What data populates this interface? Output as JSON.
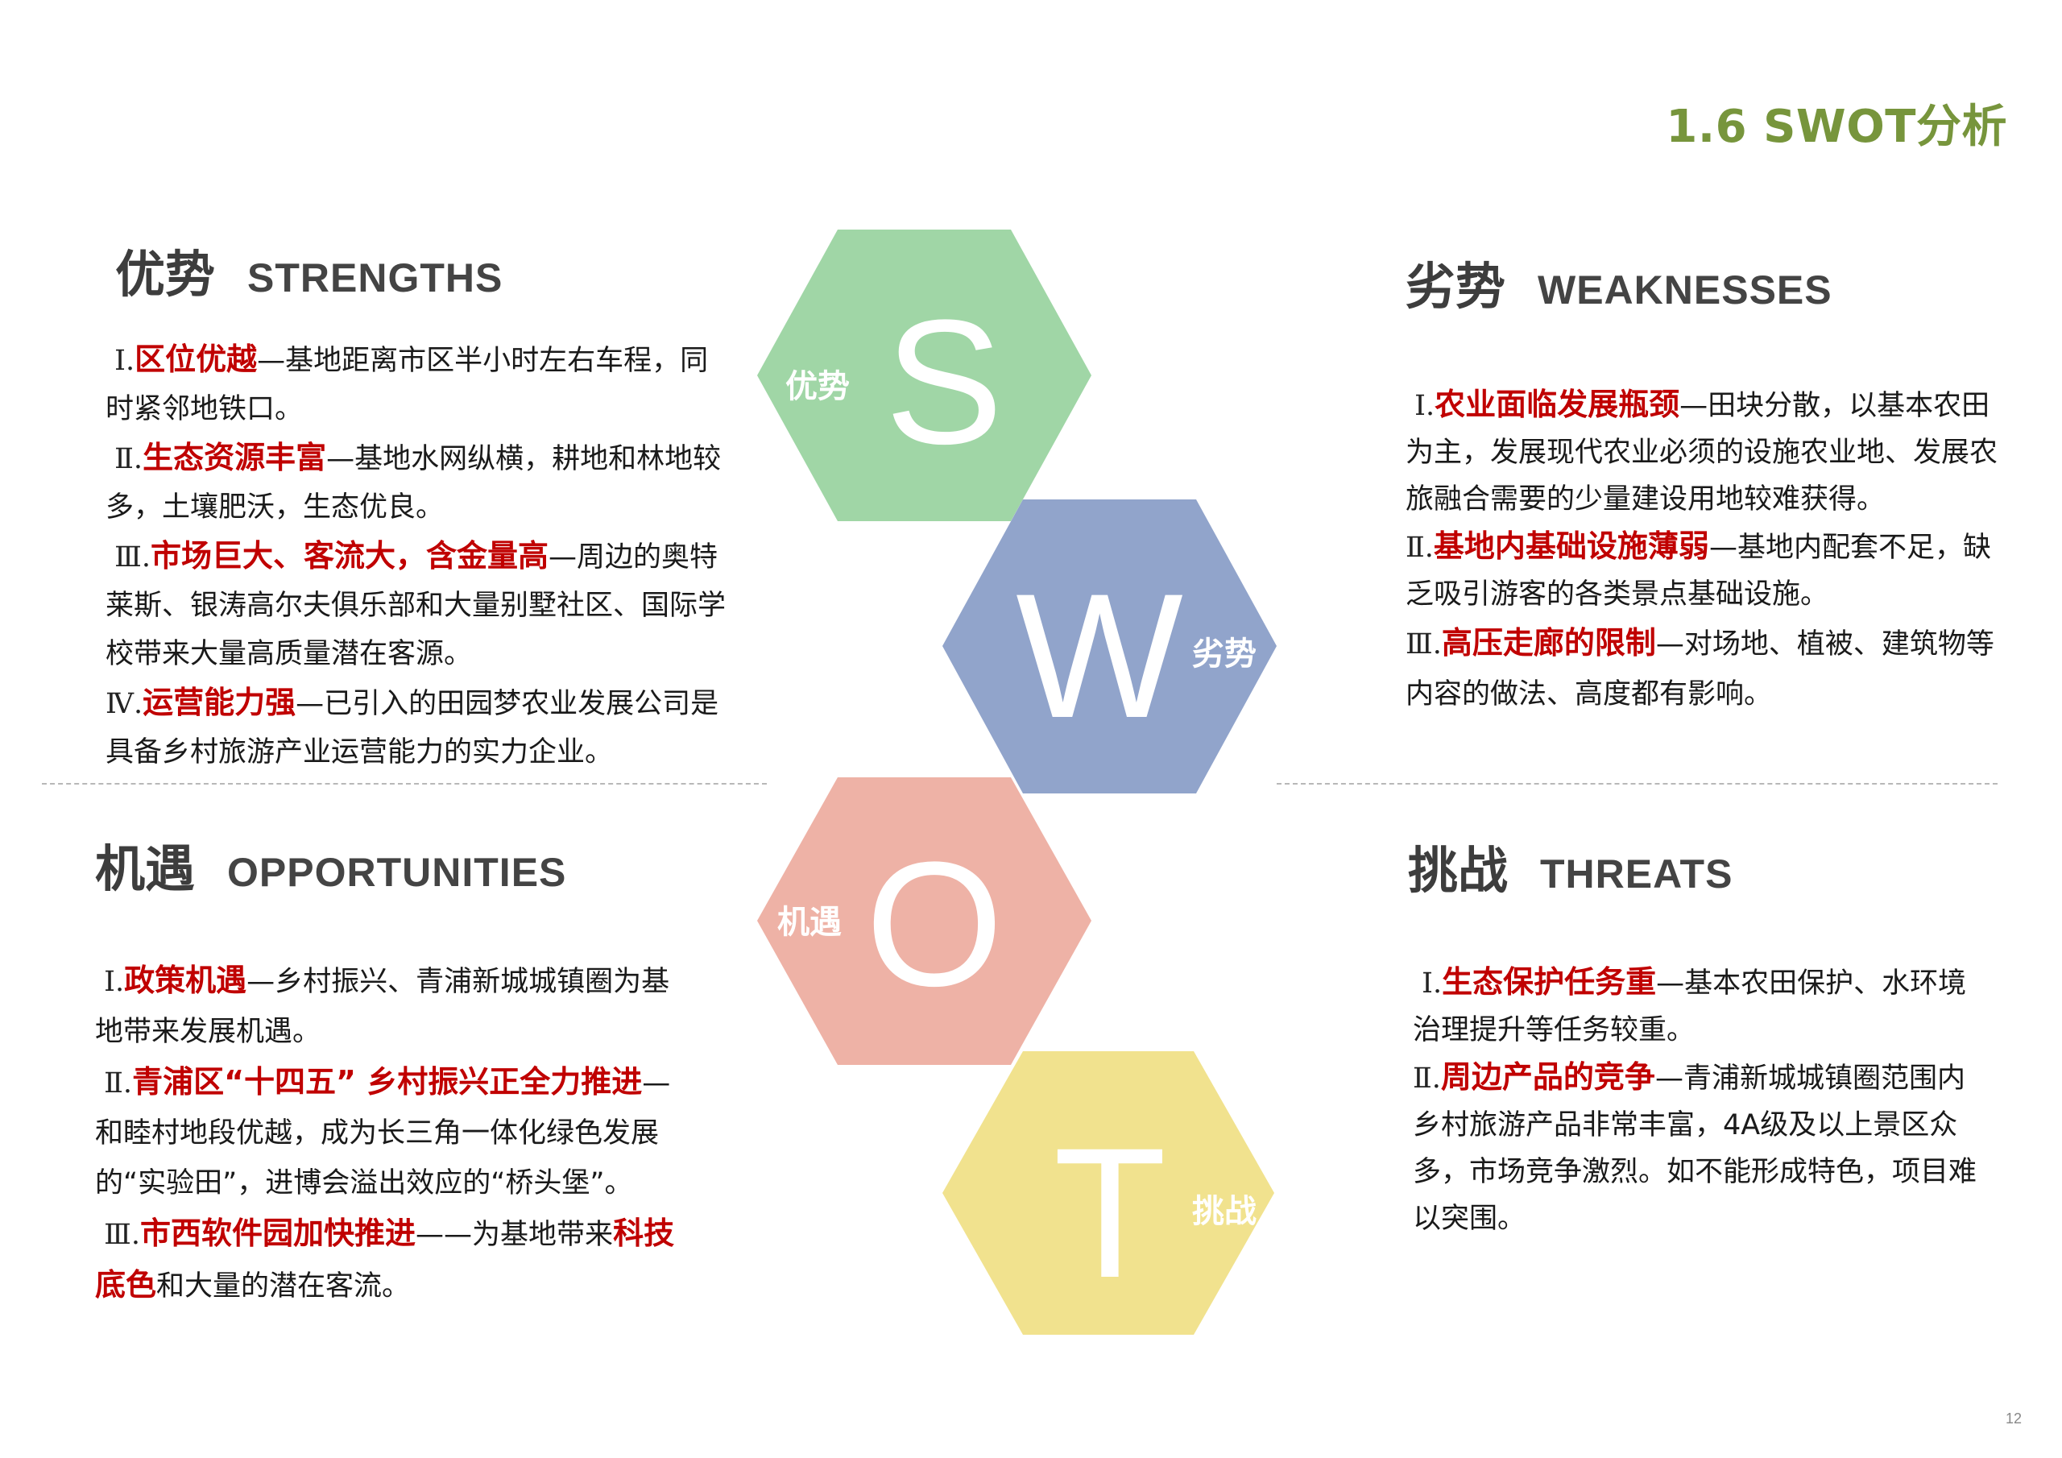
{
  "header": {
    "title": "1.6 SWOT分析"
  },
  "page_number": "12",
  "colors": {
    "title": "#77953c",
    "highlight": "#c00000",
    "hex_s": "#a0d6a6",
    "hex_w": "#91a4cb",
    "hex_o": "#eeb2a6",
    "hex_t": "#f1e28e"
  },
  "hexagons": [
    {
      "letter": "S",
      "label": "优势",
      "color": "#a0d6a6"
    },
    {
      "letter": "W",
      "label": "劣势",
      "color": "#91a4cb"
    },
    {
      "letter": "O",
      "label": "机遇",
      "color": "#eeb2a6"
    },
    {
      "letter": "T",
      "label": "挑战",
      "color": "#f1e28e"
    }
  ],
  "strengths": {
    "title_cn": "优势",
    "title_en": "STRENGTHS",
    "items": [
      {
        "num": "Ⅰ.",
        "highlight": "区位优越",
        "text": "—基地距离市区半小时左右车程，同时紧邻地铁口。"
      },
      {
        "num": "Ⅱ.",
        "highlight": "生态资源丰富",
        "text": "—基地水网纵横，耕地和林地较多，土壤肥沃，生态优良。"
      },
      {
        "num": "Ⅲ.",
        "highlight": "市场巨大、客流大，含金量高",
        "text": "—周边的奥特莱斯、银涛高尔夫俱乐部和大量别墅社区、国际学校带来大量高质量潜在客源。"
      },
      {
        "num": "Ⅳ.",
        "highlight": "运营能力强",
        "text": "—已引入的田园梦农业发展公司是具备乡村旅游产业运营能力的实力企业。"
      }
    ]
  },
  "weaknesses": {
    "title_cn": "劣势",
    "title_en": "WEAKNESSES",
    "items": [
      {
        "num": "Ⅰ.",
        "highlight": "农业面临发展瓶颈",
        "text": "—田块分散，以基本农田为主，发展现代农业必须的设施农业地、发展农旅融合需要的少量建设用地较难获得。"
      },
      {
        "num": "Ⅱ.",
        "highlight": "基地内基础设施薄弱",
        "text": "—基地内配套不足，缺乏吸引游客的各类景点基础设施。"
      },
      {
        "num": "Ⅲ.",
        "highlight": "高压走廊的限制",
        "text": "—对场地、植被、建筑物等内容的做法、高度都有影响。"
      }
    ]
  },
  "opportunities": {
    "title_cn": "机遇",
    "title_en": "OPPORTUNITIES",
    "items": [
      {
        "num": "Ⅰ.",
        "highlight": "政策机遇",
        "text": "—乡村振兴、青浦新城城镇圈为基地带来发展机遇。",
        "highlight2": "",
        "text2": ""
      },
      {
        "num": "Ⅱ.",
        "highlight": "青浦区“十四五” 乡村振兴正全力推进",
        "text": "—和睦村地段优越，成为长三角一体化绿色发展的“实验田”，进博会溢出效应的“桥头堡”。",
        "highlight2": "",
        "text2": ""
      },
      {
        "num": "Ⅲ.",
        "highlight": "市西软件园加快推进",
        "text": "——为基地带来",
        "highlight2": "科技底色",
        "text2": "和大量的潜在客流。"
      }
    ]
  },
  "threats": {
    "title_cn": "挑战",
    "title_en": "THREATS",
    "items": [
      {
        "num": "Ⅰ.",
        "highlight": "生态保护任务重",
        "text": "—基本农田保护、水环境治理提升等任务较重。"
      },
      {
        "num": "Ⅱ.",
        "highlight": "周边产品的竞争",
        "text": "—青浦新城城镇圈范围内乡村旅游产品非常丰富，4A级及以上景区众多，市场竞争激烈。如不能形成特色，项目难以突围。"
      }
    ]
  }
}
